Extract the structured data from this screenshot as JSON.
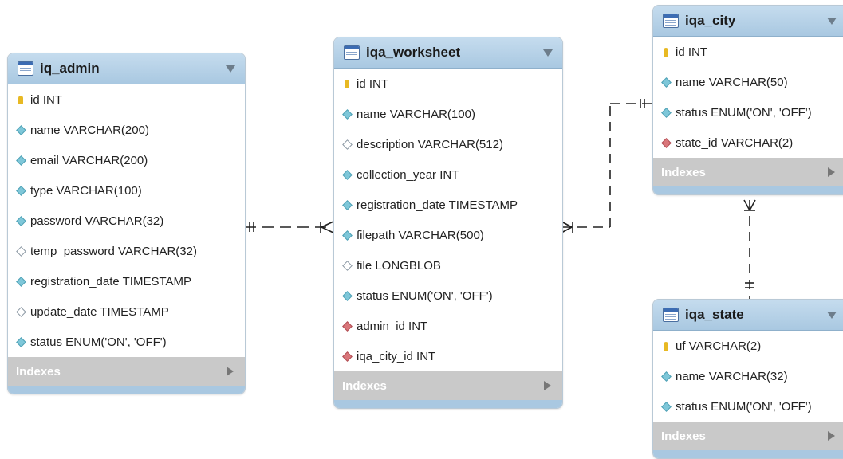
{
  "tables": {
    "iq_admin": {
      "name": "iq_admin",
      "columns": [
        {
          "icon": "primary-key-icon",
          "text": "id INT"
        },
        {
          "icon": "column-icon",
          "text": "name VARCHAR(200)"
        },
        {
          "icon": "column-icon",
          "text": "email VARCHAR(200)"
        },
        {
          "icon": "column-icon",
          "text": "type VARCHAR(100)"
        },
        {
          "icon": "column-icon",
          "text": "password VARCHAR(32)"
        },
        {
          "icon": "nullable-column-icon",
          "text": "temp_password VARCHAR(32)"
        },
        {
          "icon": "column-icon",
          "text": "registration_date TIMESTAMP"
        },
        {
          "icon": "nullable-column-icon",
          "text": "update_date TIMESTAMP"
        },
        {
          "icon": "column-icon",
          "text": "status ENUM('ON', 'OFF')"
        }
      ],
      "indexes_label": "Indexes"
    },
    "iqa_worksheet": {
      "name": "iqa_worksheet",
      "columns": [
        {
          "icon": "primary-key-icon",
          "text": "id INT"
        },
        {
          "icon": "column-icon",
          "text": "name VARCHAR(100)"
        },
        {
          "icon": "nullable-column-icon",
          "text": "description VARCHAR(512)"
        },
        {
          "icon": "column-icon",
          "text": "collection_year INT"
        },
        {
          "icon": "column-icon",
          "text": "registration_date TIMESTAMP"
        },
        {
          "icon": "column-icon",
          "text": "filepath VARCHAR(500)"
        },
        {
          "icon": "nullable-column-icon",
          "text": "file LONGBLOB"
        },
        {
          "icon": "column-icon",
          "text": "status ENUM('ON', 'OFF')"
        },
        {
          "icon": "foreign-key-icon",
          "text": "admin_id INT"
        },
        {
          "icon": "foreign-key-icon",
          "text": "iqa_city_id INT"
        }
      ],
      "indexes_label": "Indexes"
    },
    "iqa_city": {
      "name": "iqa_city",
      "columns": [
        {
          "icon": "primary-key-icon",
          "text": "id INT"
        },
        {
          "icon": "column-icon",
          "text": "name VARCHAR(50)"
        },
        {
          "icon": "column-icon",
          "text": "status ENUM('ON', 'OFF')"
        },
        {
          "icon": "foreign-key-icon",
          "text": "state_id VARCHAR(2)"
        }
      ],
      "indexes_label": "Indexes"
    },
    "iqa_state": {
      "name": "iqa_state",
      "columns": [
        {
          "icon": "primary-key-icon",
          "text": "uf VARCHAR(2)"
        },
        {
          "icon": "column-icon",
          "text": "name VARCHAR(32)"
        },
        {
          "icon": "column-icon",
          "text": "status ENUM('ON', 'OFF')"
        }
      ],
      "indexes_label": "Indexes"
    }
  },
  "relationships": [
    {
      "from": "iq_admin",
      "to": "iqa_worksheet",
      "from_end": "one-and-only-one",
      "to_end": "one-or-many"
    },
    {
      "from": "iqa_city",
      "to": "iqa_worksheet",
      "from_end": "one-and-only-one",
      "to_end": "one-or-many"
    },
    {
      "from": "iqa_state",
      "to": "iqa_city",
      "from_end": "one-and-only-one",
      "to_end": "one-or-many"
    }
  ],
  "colors": {
    "header": "#a9c8e1",
    "indexes_bar": "#c9c9c9",
    "column_diamond": "#7ec7d9",
    "foreign_key_diamond": "#d9767a",
    "primary_key": "#e0b31c",
    "connector_line": "#222222"
  }
}
